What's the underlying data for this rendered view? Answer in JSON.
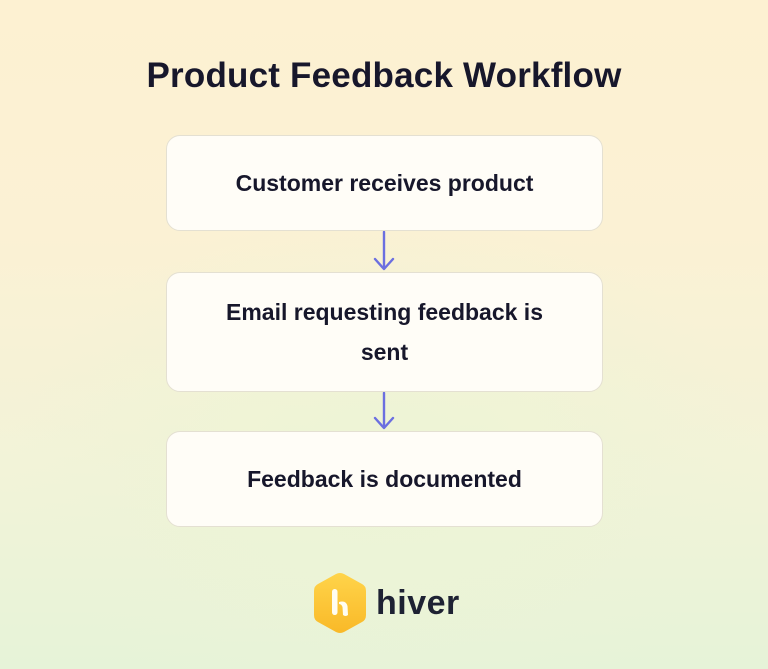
{
  "title": "Product Feedback Workflow",
  "steps": [
    {
      "label": "Customer receives product"
    },
    {
      "label": "Email requesting feedback is sent"
    },
    {
      "label": "Feedback is documented"
    }
  ],
  "connectors": [
    {
      "from": 0,
      "to": 1,
      "type": "arrow-down"
    },
    {
      "from": 1,
      "to": 2,
      "type": "arrow-down"
    }
  ],
  "brand": {
    "name": "hiver",
    "logo_icon": "hiver-hexagon-logo",
    "logo_color": "#ffc83a",
    "arrow_color": "#6b6fe0",
    "text_color": "#17172b"
  }
}
